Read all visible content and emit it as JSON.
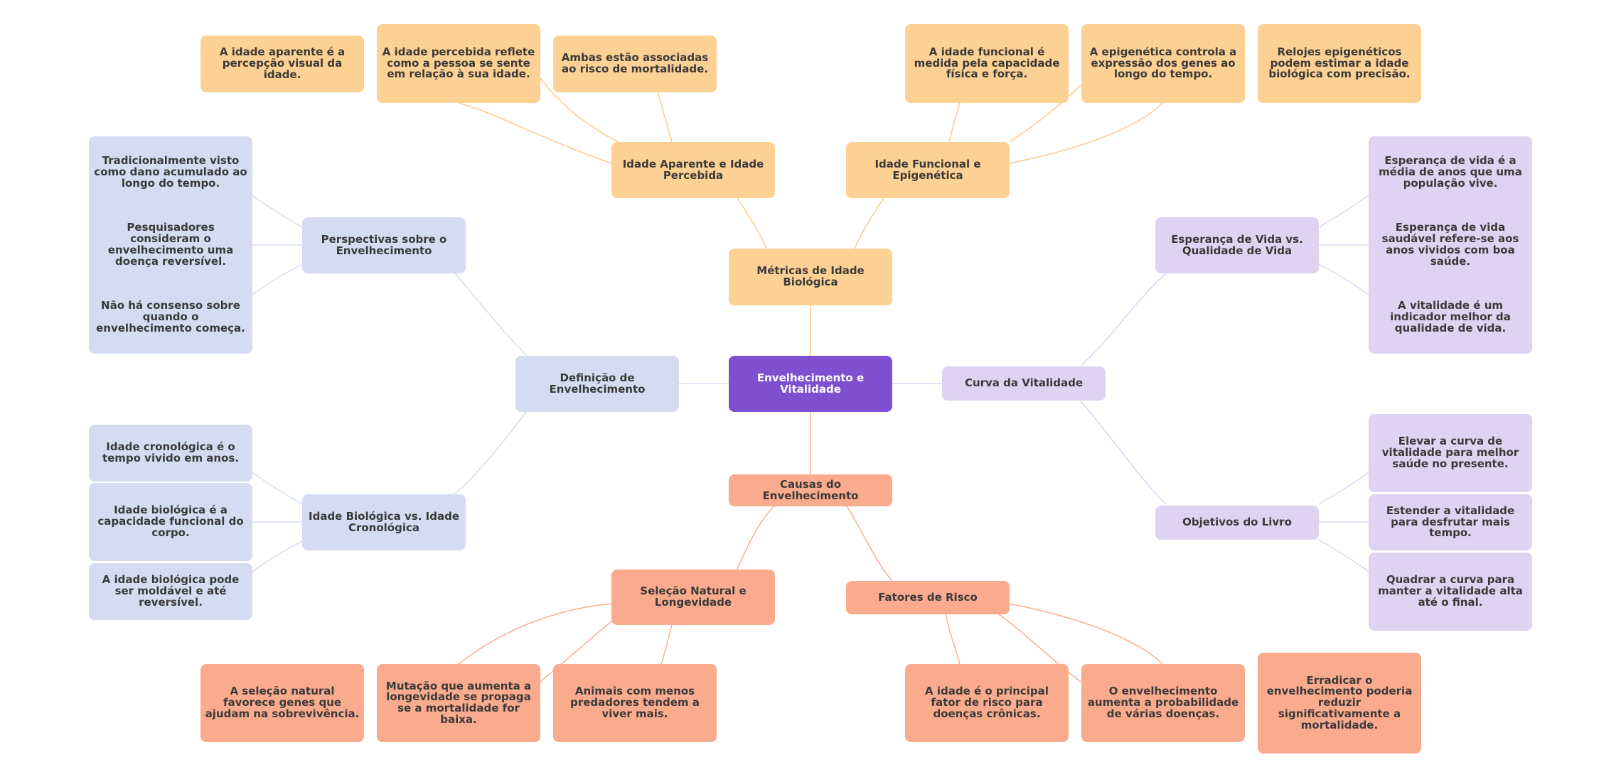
{
  "colors": {
    "root": "#7e4fcf",
    "orange": "#fdd093",
    "blue": "#d5dcf2",
    "purple": "#ded3f1",
    "salmon": "#fbab8d",
    "link_orange": "#fcc98f",
    "link_blue": "#d7dcef",
    "link_purple": "#ddd3f1",
    "link_salmon": "#f9ae8f"
  },
  "mindmap": {
    "root": "Envelhecimento e Vitalidade",
    "metricas": {
      "title": "Métricas de Idade Biológica",
      "aparente": {
        "title": "Idade Aparente e Idade Percebida",
        "leaves": [
          "A idade aparente é a percepção visual da idade.",
          "A idade percebida reflete como a pessoa se sente em relação à sua idade.",
          "Ambas estão associadas ao risco de mortalidade."
        ]
      },
      "funcional": {
        "title": "Idade Funcional e Epigenética",
        "leaves": [
          "A idade funcional é medida pela capacidade física e força.",
          "A epigenética controla a expressão dos genes ao longo do tempo.",
          "Relojes epigenéticos podem estimar a idade biológica com precisão."
        ]
      }
    },
    "definicao": {
      "title": "Definição de Envelhecimento",
      "perspectivas": {
        "title": "Perspectivas sobre o Envelhecimento",
        "leaves": [
          "Tradicionalmente visto como dano acumulado ao longo do tempo.",
          "Pesquisadores consideram o envelhecimento uma doença reversível.",
          "Não há consenso sobre quando o envelhecimento começa."
        ]
      },
      "biologica": {
        "title": "Idade Biológica vs. Idade Cronológica",
        "leaves": [
          "Idade cronológica é o tempo vivido em anos.",
          "Idade biológica é a capacidade funcional do corpo.",
          "A idade biológica pode ser moldável e até reversível."
        ]
      }
    },
    "curva": {
      "title": "Curva da Vitalidade",
      "esperanca": {
        "title": "Esperança de Vida vs. Qualidade de Vida",
        "leaves": [
          "Esperança de vida é a média de anos que uma população vive.",
          "Esperança de vida saudável refere-se aos anos vividos com boa saúde.",
          "A vitalidade é um indicador melhor da qualidade de vida."
        ]
      },
      "objetivos": {
        "title": "Objetivos do Livro",
        "leaves": [
          "Elevar a curva de vitalidade para melhor saúde no presente.",
          "Estender a vitalidade para desfrutar mais tempo.",
          "Quadrar a curva para manter a vitalidade alta até o final."
        ]
      }
    },
    "causas": {
      "title": "Causas do Envelhecimento",
      "selecao": {
        "title": "Seleção Natural e Longevidade",
        "leaves": [
          "A seleção natural favorece genes que ajudam na sobrevivência.",
          "Mutação que aumenta a longevidade se propaga se a mortalidade for baixa.",
          "Animais com menos predadores tendem a viver mais."
        ]
      },
      "fatores": {
        "title": "Fatores de Risco",
        "leaves": [
          "A idade é o principal fator de risco para doenças crônicas.",
          "O envelhecimento aumenta a probabilidade de várias doenças.",
          "Erradicar o envelhecimento poderia reduzir significativamente a mortalidade."
        ]
      }
    }
  }
}
